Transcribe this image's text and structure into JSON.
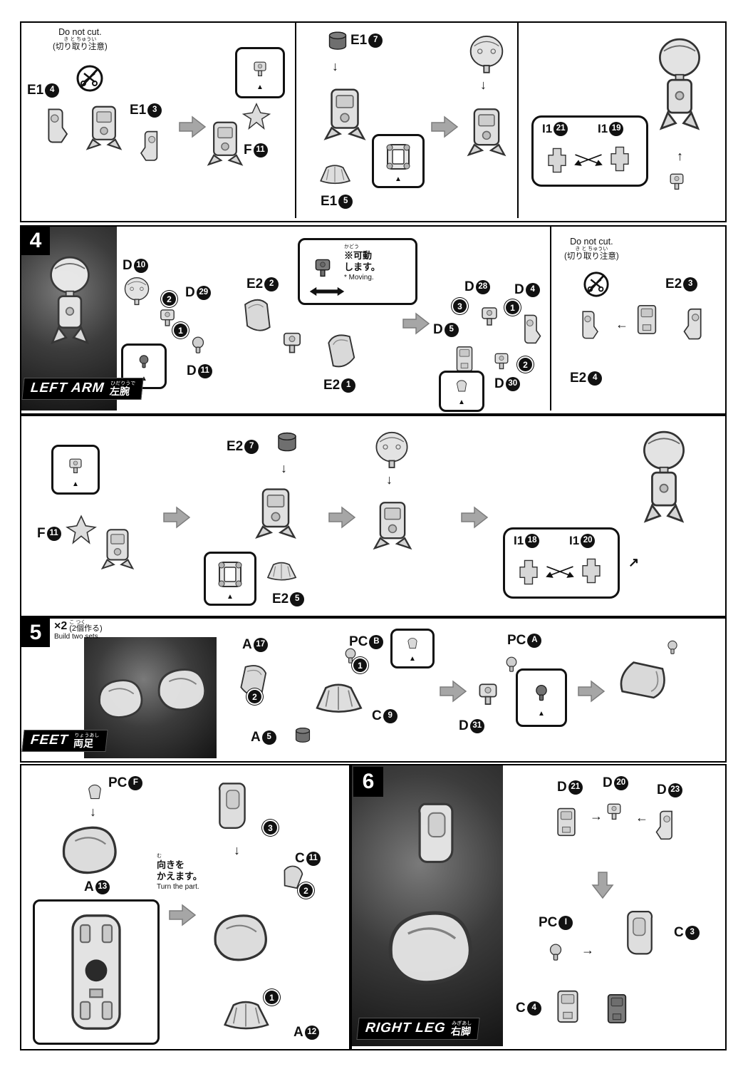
{
  "icons": {
    "tri_up": "▲",
    "arr_down": "↓",
    "arr_up": "↑",
    "arr_left": "←",
    "arr_right": "→",
    "arr_upleft": "↖",
    "arr_upright": "↗"
  },
  "shared": {
    "do_not_cut": {
      "en": "Do not cut.",
      "ruby": "き と ちゅうい",
      "jp": "(切り取り注意)"
    },
    "seq": {
      "n1": "1",
      "n2": "2",
      "n3": "3"
    }
  },
  "top_panel": {
    "parts": {
      "e1_4": {
        "p": "E1",
        "n": "4"
      },
      "e1_3": {
        "p": "E1",
        "n": "3"
      },
      "f11": {
        "p": "F",
        "n": "11"
      },
      "e1_7": {
        "p": "E1",
        "n": "7"
      },
      "e1_5": {
        "p": "E1",
        "n": "5"
      },
      "i1_21": {
        "p": "I1",
        "n": "21"
      },
      "i1_19": {
        "p": "I1",
        "n": "19"
      }
    }
  },
  "step4": {
    "number": "4",
    "banner": {
      "en": "LEFT ARM",
      "ruby": "ひだりうで",
      "jp": "左腕"
    },
    "moving": {
      "ruby": "かどう",
      "jp1": "※可動",
      "jp2": "します。",
      "en": "* Moving."
    },
    "parts": {
      "d10": {
        "p": "D",
        "n": "10"
      },
      "d29": {
        "p": "D",
        "n": "29"
      },
      "d11": {
        "p": "D",
        "n": "11"
      },
      "e2_2": {
        "p": "E2",
        "n": "2"
      },
      "e2_1": {
        "p": "E2",
        "n": "1"
      },
      "d28": {
        "p": "D",
        "n": "28"
      },
      "d4": {
        "p": "D",
        "n": "4"
      },
      "d5": {
        "p": "D",
        "n": "5"
      },
      "d30": {
        "p": "D",
        "n": "30"
      },
      "e2_3": {
        "p": "E2",
        "n": "3"
      },
      "e2_4": {
        "p": "E2",
        "n": "4"
      },
      "f11": {
        "p": "F",
        "n": "11"
      },
      "e2_7": {
        "p": "E2",
        "n": "7"
      },
      "e2_5": {
        "p": "E2",
        "n": "5"
      },
      "i1_18": {
        "p": "I1",
        "n": "18"
      },
      "i1_20": {
        "p": "I1",
        "n": "20"
      }
    }
  },
  "step5": {
    "number": "5",
    "build_note": {
      "x2": "×2",
      "ruby": "こ つく",
      "jp": "(2個作る)",
      "en": "Build two sets."
    },
    "banner": {
      "en": "FEET",
      "ruby": "りょうあし",
      "jp": "両足"
    },
    "parts": {
      "a17": {
        "p": "A",
        "n": "17"
      },
      "a5": {
        "p": "A",
        "n": "5"
      },
      "pc_b": {
        "p": "PC",
        "n": "B"
      },
      "c9": {
        "p": "C",
        "n": "9"
      },
      "pc_a": {
        "p": "PC",
        "n": "A"
      },
      "d31": {
        "p": "D",
        "n": "31"
      }
    }
  },
  "step5b": {
    "turn_note": {
      "ruby": "む",
      "jp1": "向きを",
      "jp2": "かえます。",
      "en": "Turn the part."
    },
    "parts": {
      "pc_f": {
        "p": "PC",
        "n": "F"
      },
      "a13": {
        "p": "A",
        "n": "13"
      },
      "c11": {
        "p": "C",
        "n": "11"
      },
      "a12": {
        "p": "A",
        "n": "12"
      }
    }
  },
  "step6": {
    "number": "6",
    "banner": {
      "en": "RIGHT LEG",
      "ruby": "みぎあし",
      "jp": "右脚"
    },
    "parts": {
      "d21": {
        "p": "D",
        "n": "21"
      },
      "d20": {
        "p": "D",
        "n": "20"
      },
      "d23": {
        "p": "D",
        "n": "23"
      },
      "pc_i": {
        "p": "PC",
        "n": "I"
      },
      "c3": {
        "p": "C",
        "n": "3"
      },
      "c4": {
        "p": "C",
        "n": "4"
      }
    }
  }
}
